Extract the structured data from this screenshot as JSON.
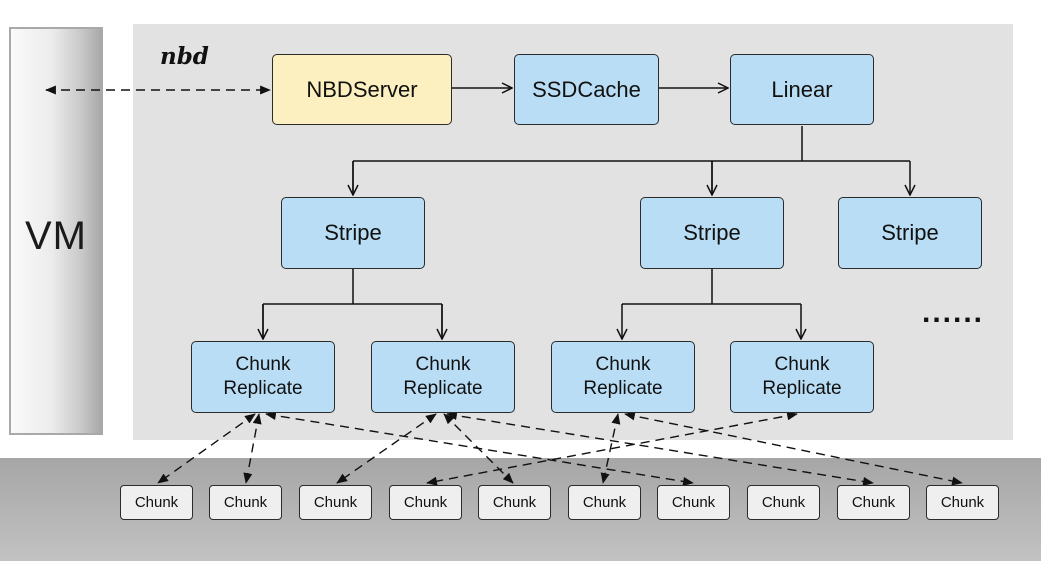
{
  "vm": {
    "label": "VM"
  },
  "protocol": {
    "label": "nbd"
  },
  "layers": {
    "nbd_server": "NBDServer",
    "ssd_cache": "SSDCache",
    "linear": "Linear",
    "stripes": [
      "Stripe",
      "Stripe",
      "Stripe"
    ],
    "ellipsis": "......",
    "replicas": [
      {
        "line1": "Chunk",
        "line2": "Replicate"
      },
      {
        "line1": "Chunk",
        "line2": "Replicate"
      },
      {
        "line1": "Chunk",
        "line2": "Replicate"
      },
      {
        "line1": "Chunk",
        "line2": "Replicate"
      }
    ],
    "chunks": [
      "Chunk",
      "Chunk",
      "Chunk",
      "Chunk",
      "Chunk",
      "Chunk",
      "Chunk",
      "Chunk",
      "Chunk",
      "Chunk"
    ]
  },
  "colors": {
    "server": "#fcefc0",
    "component": "#b8ddf4",
    "chunk": "#efefef",
    "panel": "#e2e2e2",
    "ground": "#b3b3b3"
  }
}
